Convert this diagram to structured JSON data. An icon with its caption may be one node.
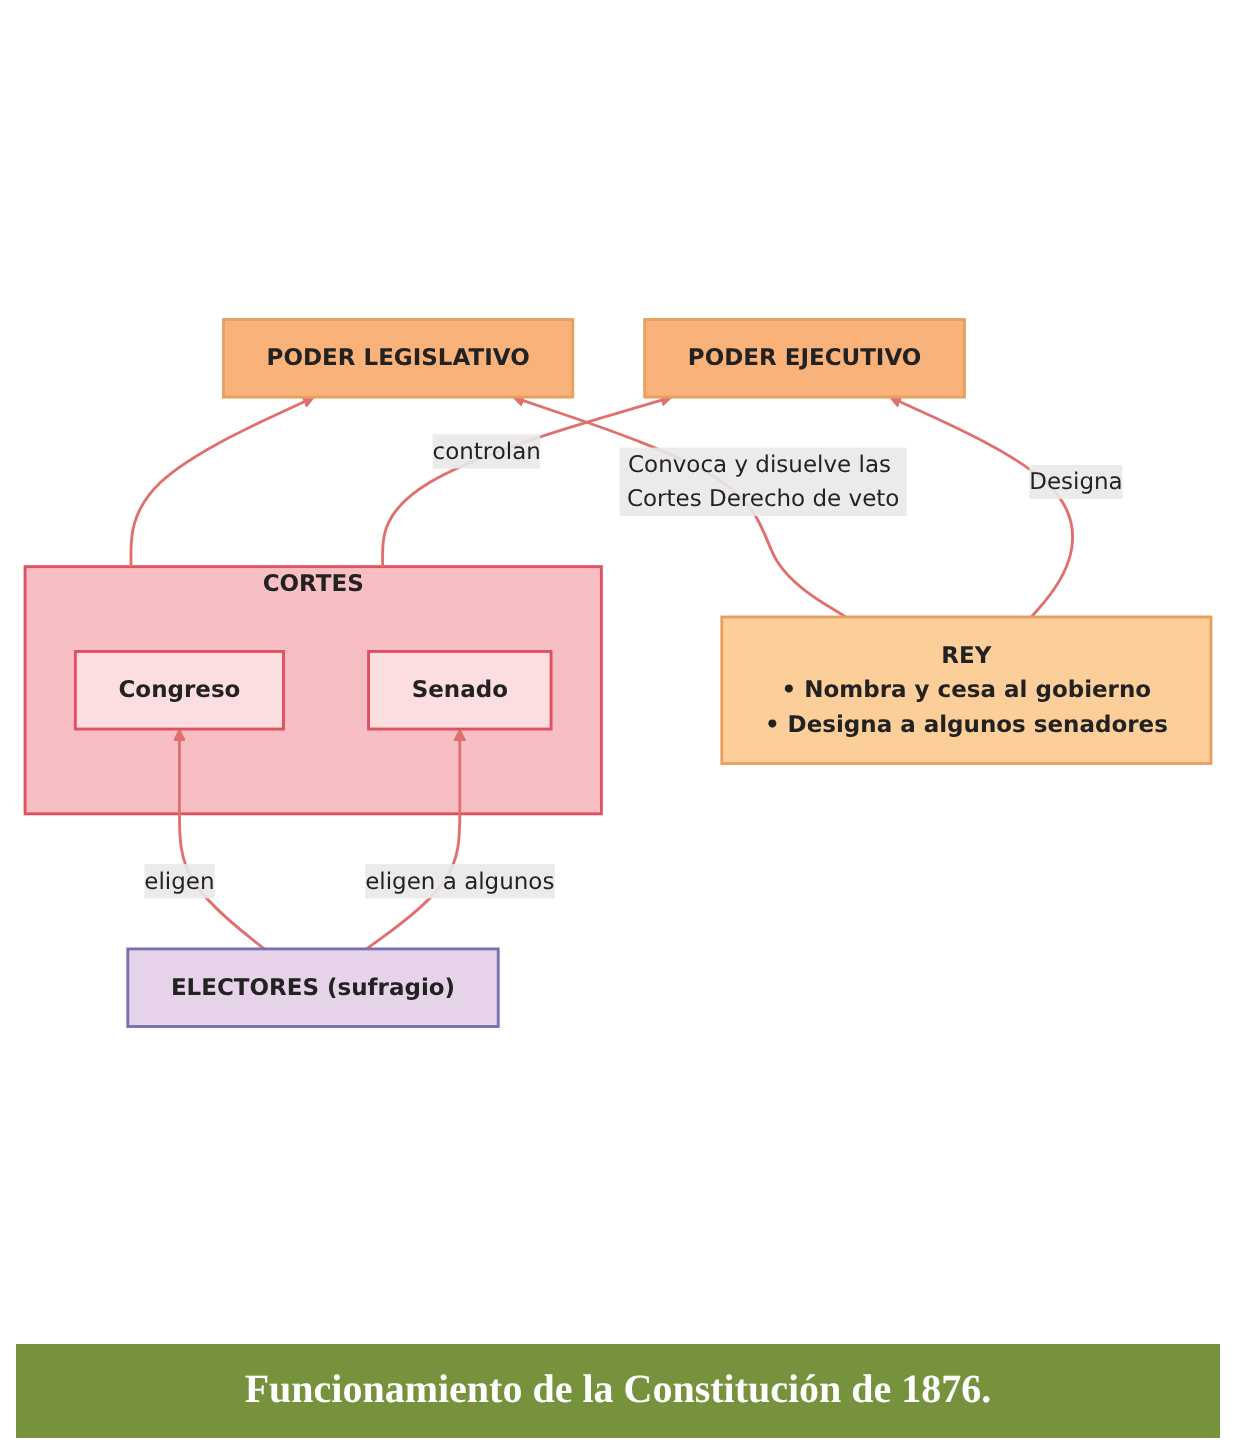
{
  "diagram": {
    "caption": "Funcionamiento de la Constitución de 1876.",
    "nodes": [
      {
        "text": [
          "REY",
          "• Nombra y cesa al gobierno",
          "• Designa a algunos senadores"
        ]
      },
      {
        "text": [
          "PODER LEGISLATIVO"
        ]
      },
      {
        "text": [
          "PODER EJECUTIVO"
        ]
      },
      {
        "text": [
          "CORTES"
        ]
      },
      {
        "text": [
          "Congreso"
        ],
        "in": 3
      },
      {
        "text": [
          "Senado"
        ],
        "in": 3
      },
      {
        "text": [
          "ELECTORES (sufragio)"
        ]
      }
    ],
    "edges": [
      {
        "from": 0,
        "to": 1,
        "arrow": "to",
        "label": "Convoca y disuelve las Cortes Derecho de veto"
      },
      {
        "from": 0,
        "to": 2,
        "arrow": "to",
        "label": "Designa"
      },
      {
        "from": 3,
        "to": 1,
        "arrow": "to"
      },
      {
        "from": 3,
        "to": 2,
        "arrow": "to",
        "label": "controlan"
      },
      {
        "from": 6,
        "to": 4,
        "arrow": "to",
        "label": "eligen"
      },
      {
        "from": 6,
        "to": 5,
        "arrow": "to",
        "label": "eligen a algunos"
      }
    ]
  }
}
